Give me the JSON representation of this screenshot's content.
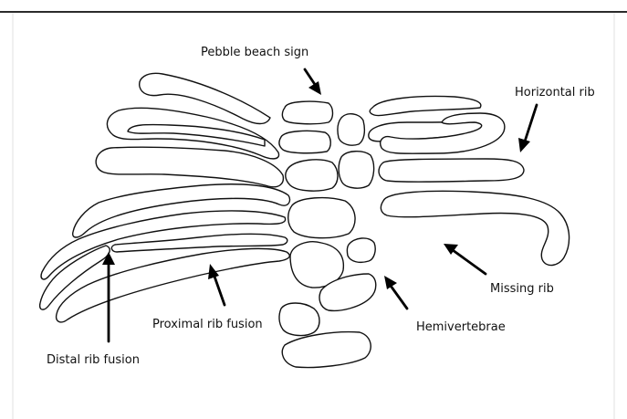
{
  "labels": {
    "pebble_beach_sign": "Pebble beach sign",
    "horizontal_rib": "Horizontal rib",
    "missing_rib": "Missing rib",
    "hemivertebrae": "Hemivertebrae",
    "proximal_rib_fusion": "Proximal rib fusion",
    "distal_rib_fusion": "Distal rib fusion"
  },
  "colors": {
    "outline": "#111111",
    "background": "#ffffff",
    "top_rule": "#2b2b2b"
  }
}
